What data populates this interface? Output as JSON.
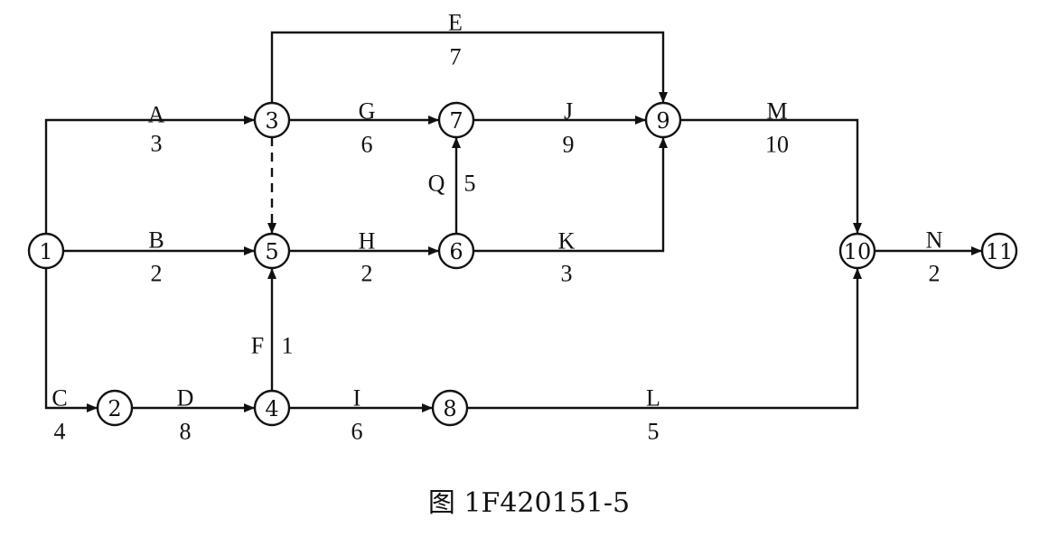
{
  "caption": "图 1F420151-5",
  "nodes": [
    {
      "id": "1",
      "label": "1"
    },
    {
      "id": "2",
      "label": "2"
    },
    {
      "id": "3",
      "label": "3"
    },
    {
      "id": "4",
      "label": "4"
    },
    {
      "id": "5",
      "label": "5"
    },
    {
      "id": "6",
      "label": "6"
    },
    {
      "id": "7",
      "label": "7"
    },
    {
      "id": "8",
      "label": "8"
    },
    {
      "id": "9",
      "label": "9"
    },
    {
      "id": "10",
      "label": "10"
    },
    {
      "id": "11",
      "label": "11"
    }
  ],
  "activities": [
    {
      "id": "A",
      "from": "1",
      "to": "3",
      "name": "A",
      "duration": "3"
    },
    {
      "id": "B",
      "from": "1",
      "to": "5",
      "name": "B",
      "duration": "2"
    },
    {
      "id": "C",
      "from": "1",
      "to": "2",
      "name": "C",
      "duration": "4"
    },
    {
      "id": "D",
      "from": "2",
      "to": "4",
      "name": "D",
      "duration": "8"
    },
    {
      "id": "E",
      "from": "3",
      "to": "9",
      "name": "E",
      "duration": "7"
    },
    {
      "id": "F",
      "from": "4",
      "to": "5",
      "name": "F",
      "duration": "1"
    },
    {
      "id": "G",
      "from": "3",
      "to": "7",
      "name": "G",
      "duration": "6"
    },
    {
      "id": "H",
      "from": "5",
      "to": "6",
      "name": "H",
      "duration": "2"
    },
    {
      "id": "I",
      "from": "4",
      "to": "8",
      "name": "I",
      "duration": "6"
    },
    {
      "id": "J",
      "from": "7",
      "to": "9",
      "name": "J",
      "duration": "9"
    },
    {
      "id": "K",
      "from": "6",
      "to": "9",
      "name": "K",
      "duration": "3"
    },
    {
      "id": "L",
      "from": "8",
      "to": "10",
      "name": "L",
      "duration": "5"
    },
    {
      "id": "M",
      "from": "9",
      "to": "10",
      "name": "M",
      "duration": "10"
    },
    {
      "id": "N",
      "from": "10",
      "to": "11",
      "name": "N",
      "duration": "2"
    },
    {
      "id": "Q",
      "from": "6",
      "to": "7",
      "name": "Q",
      "duration": "5"
    },
    {
      "id": "dummy-3-5",
      "from": "3",
      "to": "5",
      "dummy": true
    }
  ]
}
